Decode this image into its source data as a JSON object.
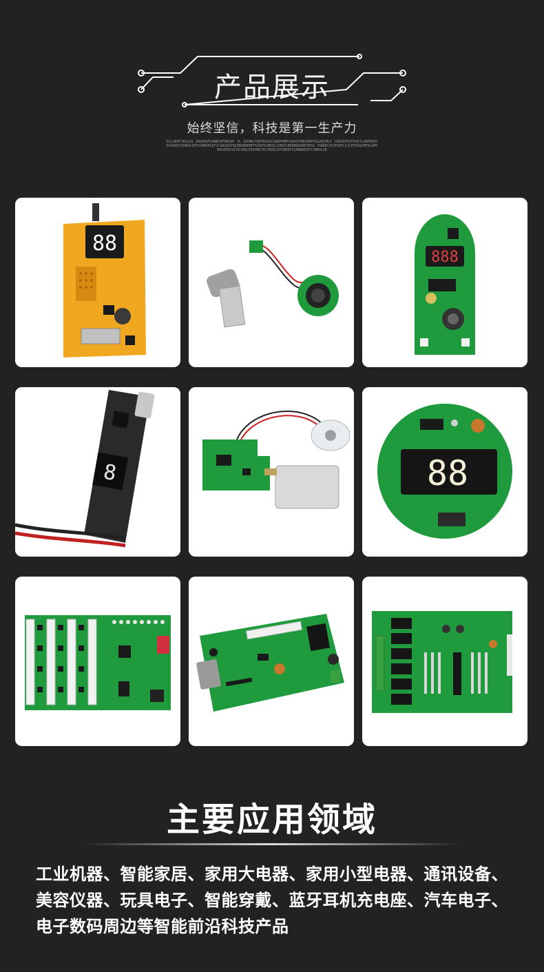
{
  "header": {
    "title": "产品展示",
    "slogan": "始终坚信，科技是第一生产力",
    "fine_print": "OILJKDFJEGLDS JHGOKDFGHNKSDFBKSDF JL SDVNKJSDFHSDIAJGBDFNMFSADHJFNKSDHFOSLDBJMLF CDBJDFOIFPSEJLGNFDKOY OSUKOEJSDNGKJDFSGHBVKSDFJLKASDGFNCBNVBHDBFFUGKFHJNDSLSVNCKJNVNBASDBYHDSL KVNDKJVCHSDFLIJLFESGNJMFDLGMTRHLKRUIOISDJGNLSFDVNKJRCYNSKJSFGHKDFJGHNNKDSFYJNKALSD"
  },
  "products": [
    {
      "name": "product-yellow-display-board"
    },
    {
      "name": "product-motor-mic-module"
    },
    {
      "name": "product-arch-display-board"
    },
    {
      "name": "product-black-strip-board"
    },
    {
      "name": "product-atomizer-battery-board"
    },
    {
      "name": "product-round-display-board"
    },
    {
      "name": "product-terminal-matrix-board"
    },
    {
      "name": "product-serial-controller-board"
    },
    {
      "name": "product-relay-board"
    }
  ],
  "applications": {
    "title": "主要应用领域",
    "lines": [
      "工业机器、智能家居、家用大电器、家用小型电器、通讯设备、",
      "美容仪器、玩具电子、智能穿戴、蓝牙耳机充电座、汽车电子、",
      "电子数码周边等智能前沿科技产品"
    ]
  },
  "colors": {
    "background": "#222222",
    "pcb_green": "#1f9a3c",
    "pcb_yellow": "#f0a820",
    "pcb_black": "#2a2a2a"
  }
}
